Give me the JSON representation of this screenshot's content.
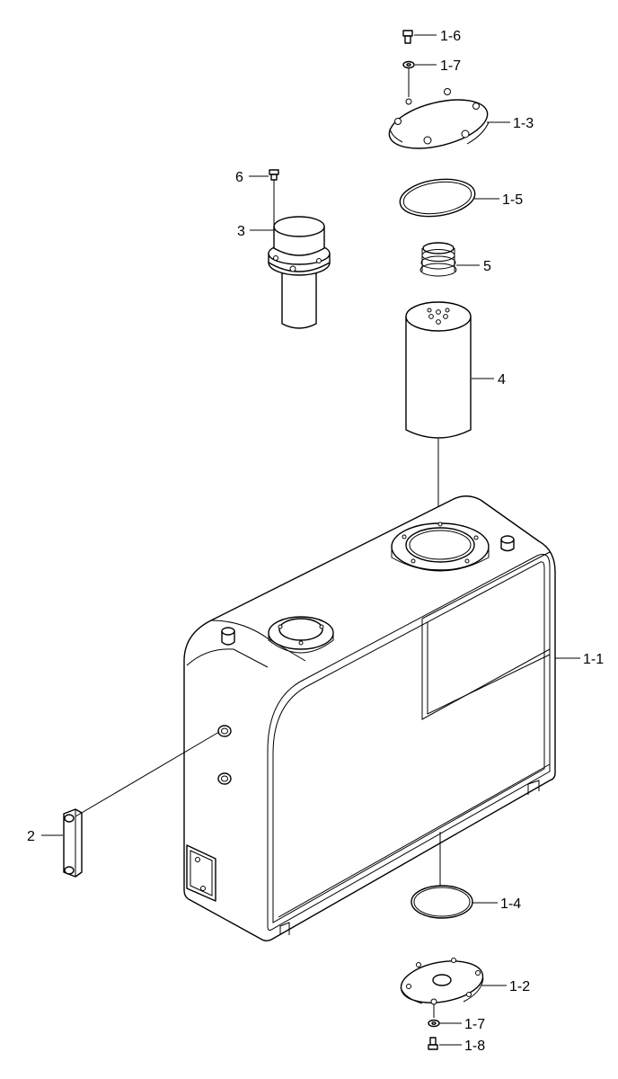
{
  "labels": {
    "l_1_6": "1-6",
    "l_1_7_top": "1-7",
    "l_1_3": "1-3",
    "l_6": "6",
    "l_1_5": "1-5",
    "l_3": "3",
    "l_5": "5",
    "l_4": "4",
    "l_1_1": "1-1",
    "l_2": "2",
    "l_1_4": "1-4",
    "l_1_2": "1-2",
    "l_1_7_bottom": "1-7",
    "l_1_8": "1-8"
  }
}
